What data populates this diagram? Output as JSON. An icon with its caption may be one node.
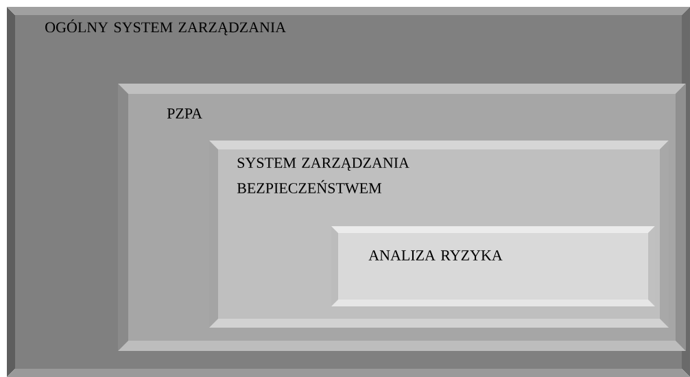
{
  "diagram": {
    "nodes": [
      {
        "text": [
          "OGÓLNY SYSTEM ZARZĄDZANIA"
        ]
      },
      {
        "text": [
          "PZPA"
        ],
        "in": 0
      },
      {
        "text": [
          "SYSTEM ZARZĄDZANIA BEZPIECZEŃSTWEM"
        ],
        "in": 1
      },
      {
        "text": [
          "ANALIZA RYZYKA"
        ],
        "in": 2
      }
    ]
  }
}
